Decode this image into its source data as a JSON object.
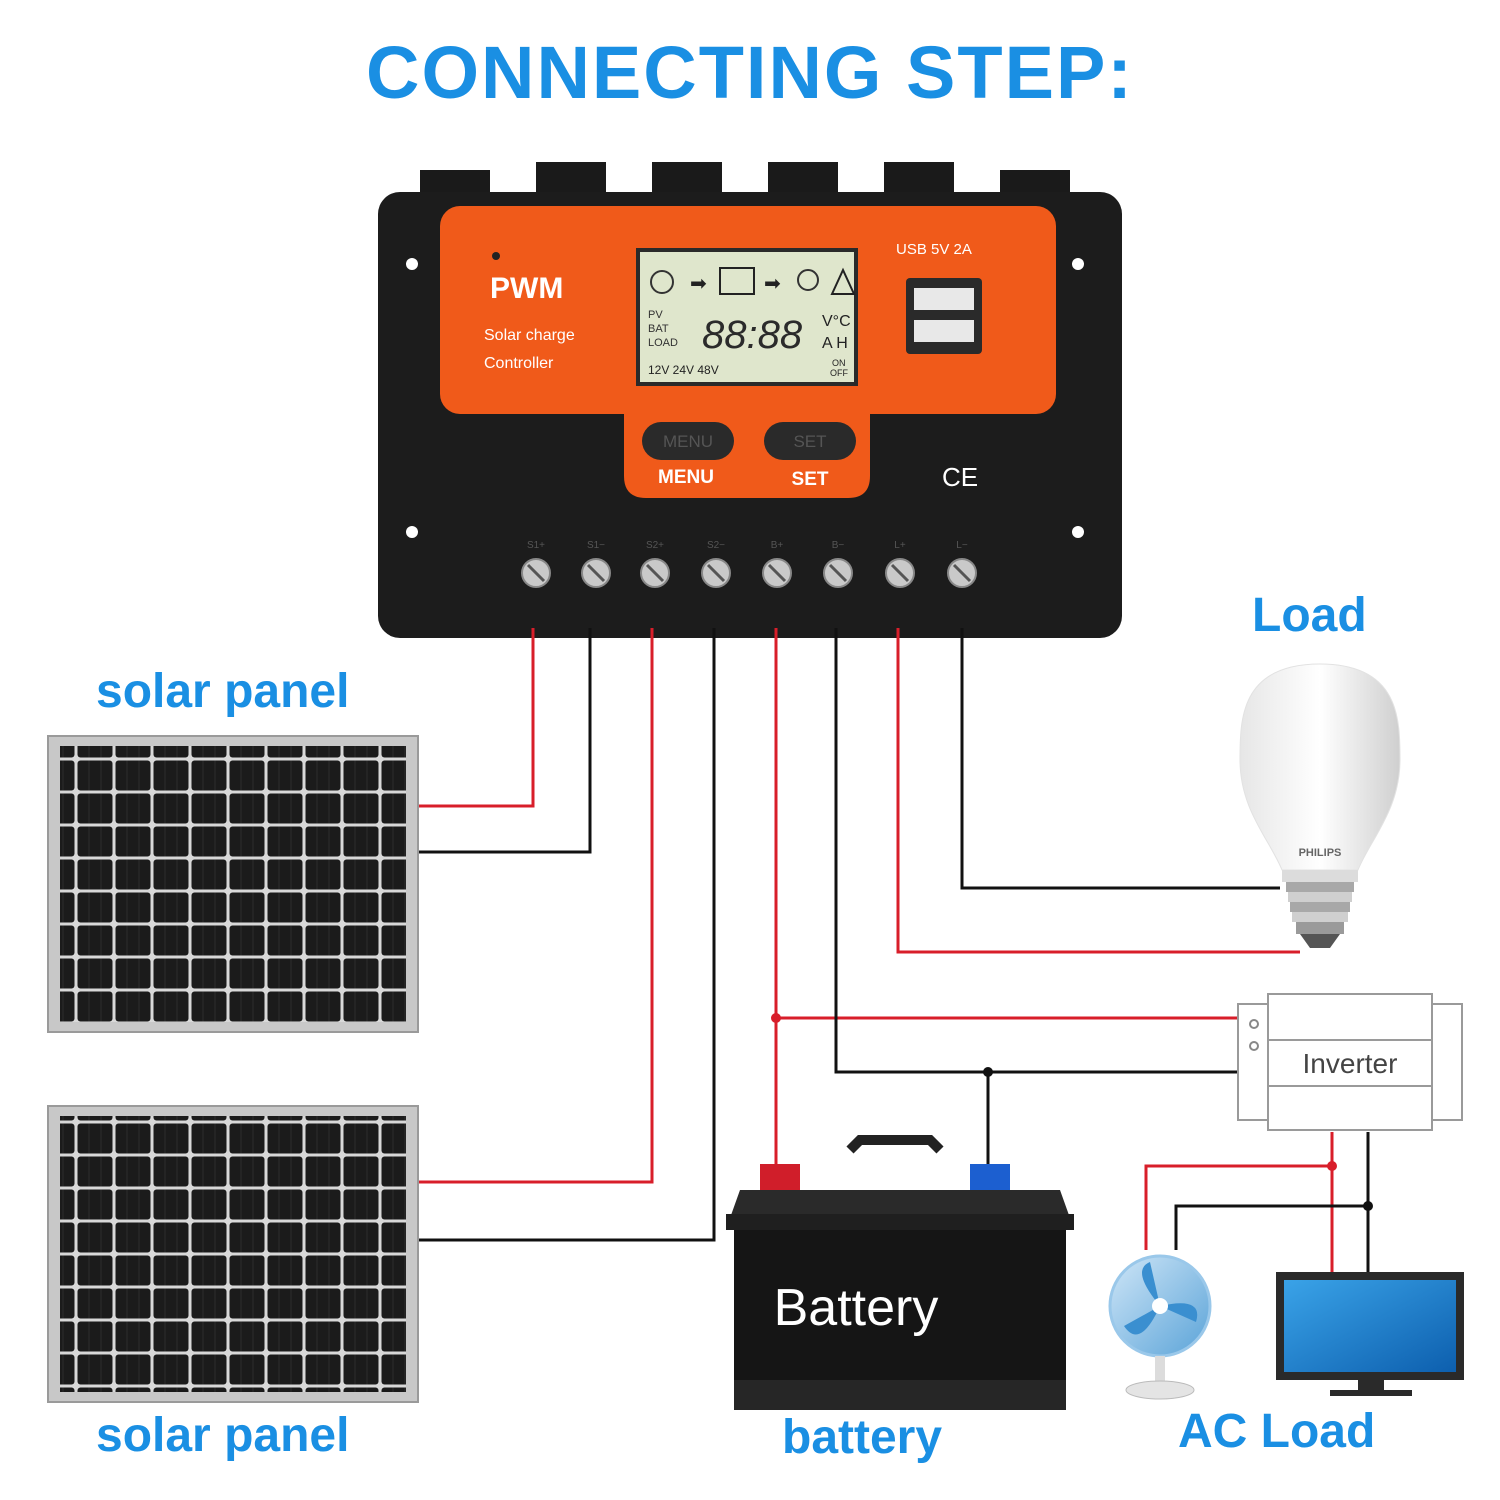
{
  "title": "CONNECTING  STEP:",
  "controller": {
    "brand": "PWM",
    "subtitle_line1": "Solar charge",
    "subtitle_line2": "Controller",
    "usb_label": "USB  5V  2A",
    "lcd_digits": "88:88",
    "lcd_pv": "PV",
    "lcd_bat": "BAT",
    "lcd_load": "LOAD",
    "lcd_units_top": "V°C",
    "lcd_units_bottom": "A H",
    "lcd_voltages": "12V 24V 48V",
    "lcd_on": "ON",
    "lcd_off": "OFF",
    "menu_button": "MENU",
    "set_button": "SET",
    "menu_label": "MENU",
    "set_label": "SET",
    "ce_mark": "CE",
    "terminals": [
      "S1+",
      "S1−",
      "S2+",
      "S2−",
      "B+",
      "B−",
      "L+",
      "L−"
    ]
  },
  "labels": {
    "solar_panel_top": "solar panel",
    "solar_panel_bottom": "solar panel",
    "load": "Load",
    "bulb_brand": "PHILIPS",
    "inverter": "Inverter",
    "battery_body": "Battery",
    "battery": "battery",
    "ac_load": "AC Load"
  },
  "colors": {
    "title_blue": "#1a8fe3",
    "controller_orange": "#f05a1a",
    "wire_red": "#d81e2a",
    "wire_black": "#111111"
  }
}
